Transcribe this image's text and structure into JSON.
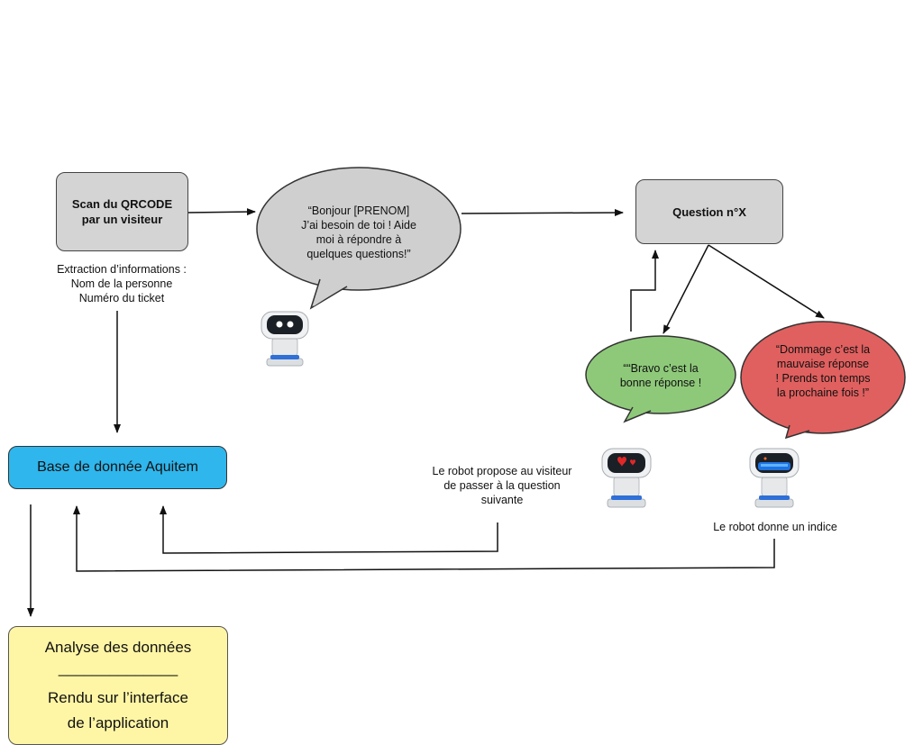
{
  "nodes": {
    "scan": "Scan du QRCODE\npar un visiteur",
    "question": "Question n°X",
    "database": "Base de donnée Aquitem",
    "analysis": {
      "line1": "Analyse des données",
      "separator": "______________",
      "line2": "Rendu sur l’interface",
      "line3": "de l’application"
    }
  },
  "labels": {
    "extraction": "Extraction d’informations :\nNom de la personne\nNuméro du ticket",
    "robot_proposes": "Le robot propose au visiteur\nde passer à la question\nsuivante",
    "robot_hint": "Le robot donne un indice"
  },
  "bubbles": {
    "greeting": "“Bonjour [PRENOM]\nJ’ai besoin de toi ! Aide\nmoi à répondre à\nquelques questions!”",
    "correct": "““Bravo c’est la\nbonne réponse !",
    "wrong": "“Dommage c’est la\nmauvaise réponse\n! Prends ton temps\nla prochaine fois !”"
  },
  "colors": {
    "grey_box": "#d4d4d4",
    "database": "#2fb6ec",
    "analysis": "#fff6a5",
    "bubble_correct": "#8ec97a",
    "bubble_wrong": "#e0605f",
    "bubble_greeting": "#cfcfcf"
  },
  "icons": {
    "robot_neutral": "robot-eyes-icon",
    "robot_happy": "robot-heart-icon",
    "robot_hint": "robot-water-icon"
  }
}
